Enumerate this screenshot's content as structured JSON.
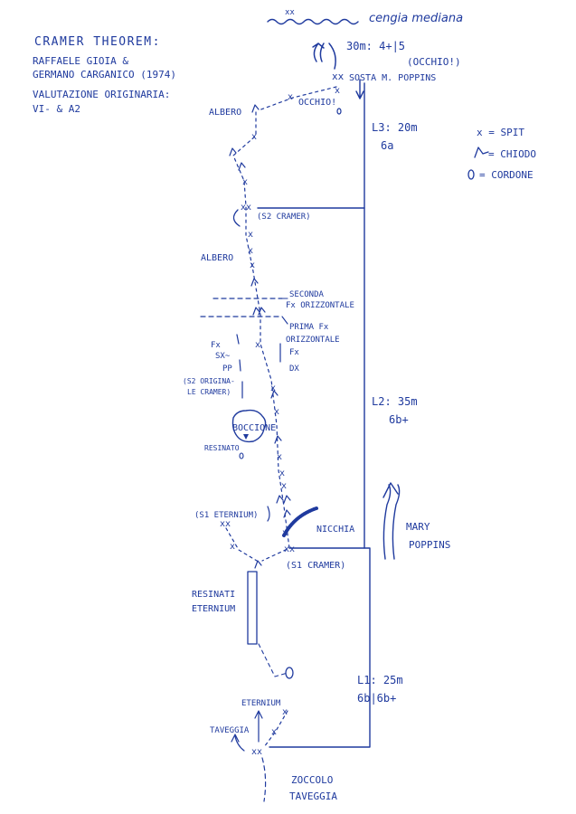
{
  "header": {
    "line1": "CRAMER THEOREM:",
    "line2": "RAFFAELE GIOIA &",
    "line3": "GERMANO CARGANICO (1974)",
    "line4": "VALUTAZIONE ORIGINARIA:",
    "line5": "VI- & A2"
  },
  "legend": {
    "spit": "x = SPIT",
    "chiodo": "= CHIODO",
    "cordone": "= CORDONE"
  },
  "top": {
    "cengia": "cengia mediana",
    "exit": "30m: 4+|5",
    "occhio_top": "(OCCHIO!)",
    "sosta": "SOSTA M. POPPINS",
    "occhio_mid": "OCCHIO!",
    "albero": "ALBERO"
  },
  "pitches": {
    "l3": "L3: 20m",
    "l3_grade": "6a",
    "l2": "L2: 35m",
    "l2_grade": "6b+",
    "l1": "L1: 25m",
    "l1_grade": "6b|6b+"
  },
  "labels": {
    "s2_cramer": "(S2 CRAMER)",
    "albero2": "ALBERO",
    "seconda_fx_1": "SECONDA",
    "seconda_fx_2": "Fx ORIZZONTALE",
    "prima_fx_1": "PRIMA Fx",
    "prima_fx_2": "ORIZZONTALE",
    "fx_sx_1": "Fx",
    "fx_sx_2": "SX~",
    "fx_dx_1": "Fx",
    "fx_dx_2": "DX",
    "pp": "PP",
    "s2_orig_1": "(S2 ORIGINA-",
    "s2_orig_2": "LE CRAMER)",
    "boccione": "BOCCIONE",
    "resinato": "RESINATO",
    "s1_eternium": "(S1 ETERNIUM)",
    "nicchia": "NICCHIA",
    "mary1": "MARY",
    "mary2": "POPPINS",
    "s1_cramer": "(S1 CRAMER)",
    "resinati1": "RESINATI",
    "resinati2": "ETERNIUM",
    "eternium": "ETERNIUM",
    "taveggia": "TAVEGGIA",
    "zoccolo1": "ZOCCOLO",
    "zoccolo2": "TAVEGGIA"
  }
}
